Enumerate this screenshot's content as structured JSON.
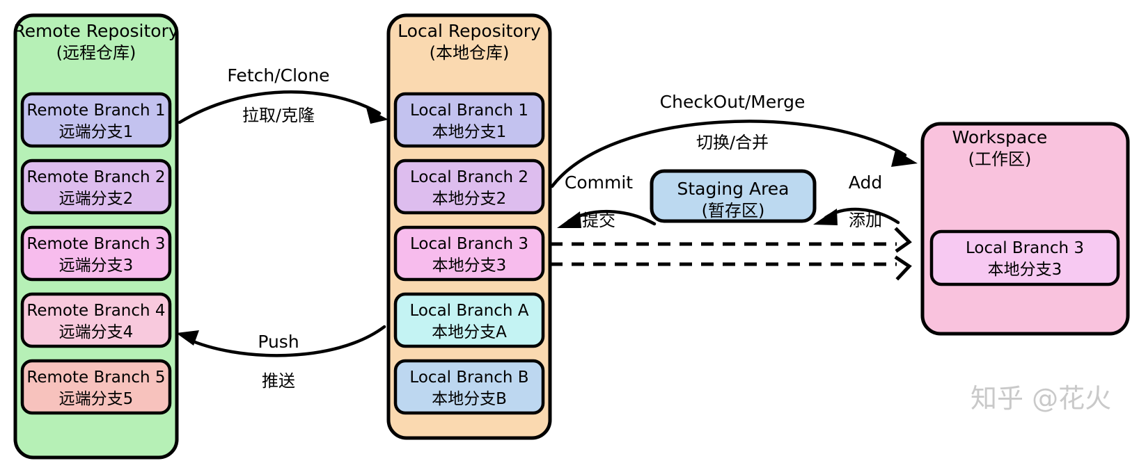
{
  "diagram": {
    "title": "Git workflow: Remote Repository, Local Repository, Staging Area, Workspace",
    "colors": {
      "remote_repo_bg": "#b6f0b6",
      "local_repo_bg": "#fad9b0",
      "workspace_bg": "#f9c2dd",
      "staging_bg": "#bcd9f0",
      "branch_1": "#c3c2ef",
      "branch_2": "#ddbdee",
      "branch_3": "#f7bced",
      "branch_4": "#f8c9dd",
      "branch_5": "#f7c2bd",
      "branch_a": "#c4f3f3",
      "branch_b": "#bdd7f0",
      "workspace_branch": "#f7c9f2",
      "stroke": "#000000",
      "watermark": "#c9c9c9"
    },
    "containers": {
      "remote": {
        "title_en": "Remote Repository",
        "title_cn": "(远程仓库)",
        "branches": [
          {
            "en": "Remote Branch 1",
            "cn": "远端分支1",
            "color": "#c3c2ef"
          },
          {
            "en": "Remote Branch 2",
            "cn": "远端分支2",
            "color": "#ddbdee"
          },
          {
            "en": "Remote Branch 3",
            "cn": "远端分支3",
            "color": "#f7bced"
          },
          {
            "en": "Remote Branch 4",
            "cn": "远端分支4",
            "color": "#f8c9dd"
          },
          {
            "en": "Remote Branch 5",
            "cn": "远端分支5",
            "color": "#f7c2bd"
          }
        ]
      },
      "local": {
        "title_en": "Local Repository",
        "title_cn": "(本地仓库)",
        "branches": [
          {
            "en": "Local Branch 1",
            "cn": "本地分支1",
            "color": "#c3c2ef"
          },
          {
            "en": "Local Branch 2",
            "cn": "本地分支2",
            "color": "#ddbdee"
          },
          {
            "en": "Local Branch 3",
            "cn": "本地分支3",
            "color": "#f7bced"
          },
          {
            "en": "Local Branch A",
            "cn": "本地分支A",
            "color": "#c4f3f3"
          },
          {
            "en": "Local Branch B",
            "cn": "本地分支B",
            "color": "#bdd7f0"
          }
        ]
      },
      "workspace": {
        "title_en": "Workspace",
        "title_cn": "(工作区)",
        "branches": [
          {
            "en": "Local Branch 3",
            "cn": "本地分支3",
            "color": "#f7c9f2"
          }
        ]
      },
      "staging": {
        "title_en": "Staging Area",
        "title_cn": "(暂存区)"
      }
    },
    "edges": [
      {
        "id": "fetch-clone",
        "en": "Fetch/Clone",
        "cn": "拉取/克隆",
        "from": "remote",
        "to": "local"
      },
      {
        "id": "push",
        "en": "Push",
        "cn": "推送",
        "from": "local",
        "to": "remote"
      },
      {
        "id": "checkout-merge",
        "en": "CheckOut/Merge",
        "cn": "切换/合并",
        "from": "local",
        "to": "workspace"
      },
      {
        "id": "commit",
        "en": "Commit",
        "cn": "提交",
        "from": "staging",
        "to": "local"
      },
      {
        "id": "add",
        "en": "Add",
        "cn": "添加",
        "from": "workspace",
        "to": "staging"
      }
    ],
    "watermark": "知乎 @花火"
  }
}
